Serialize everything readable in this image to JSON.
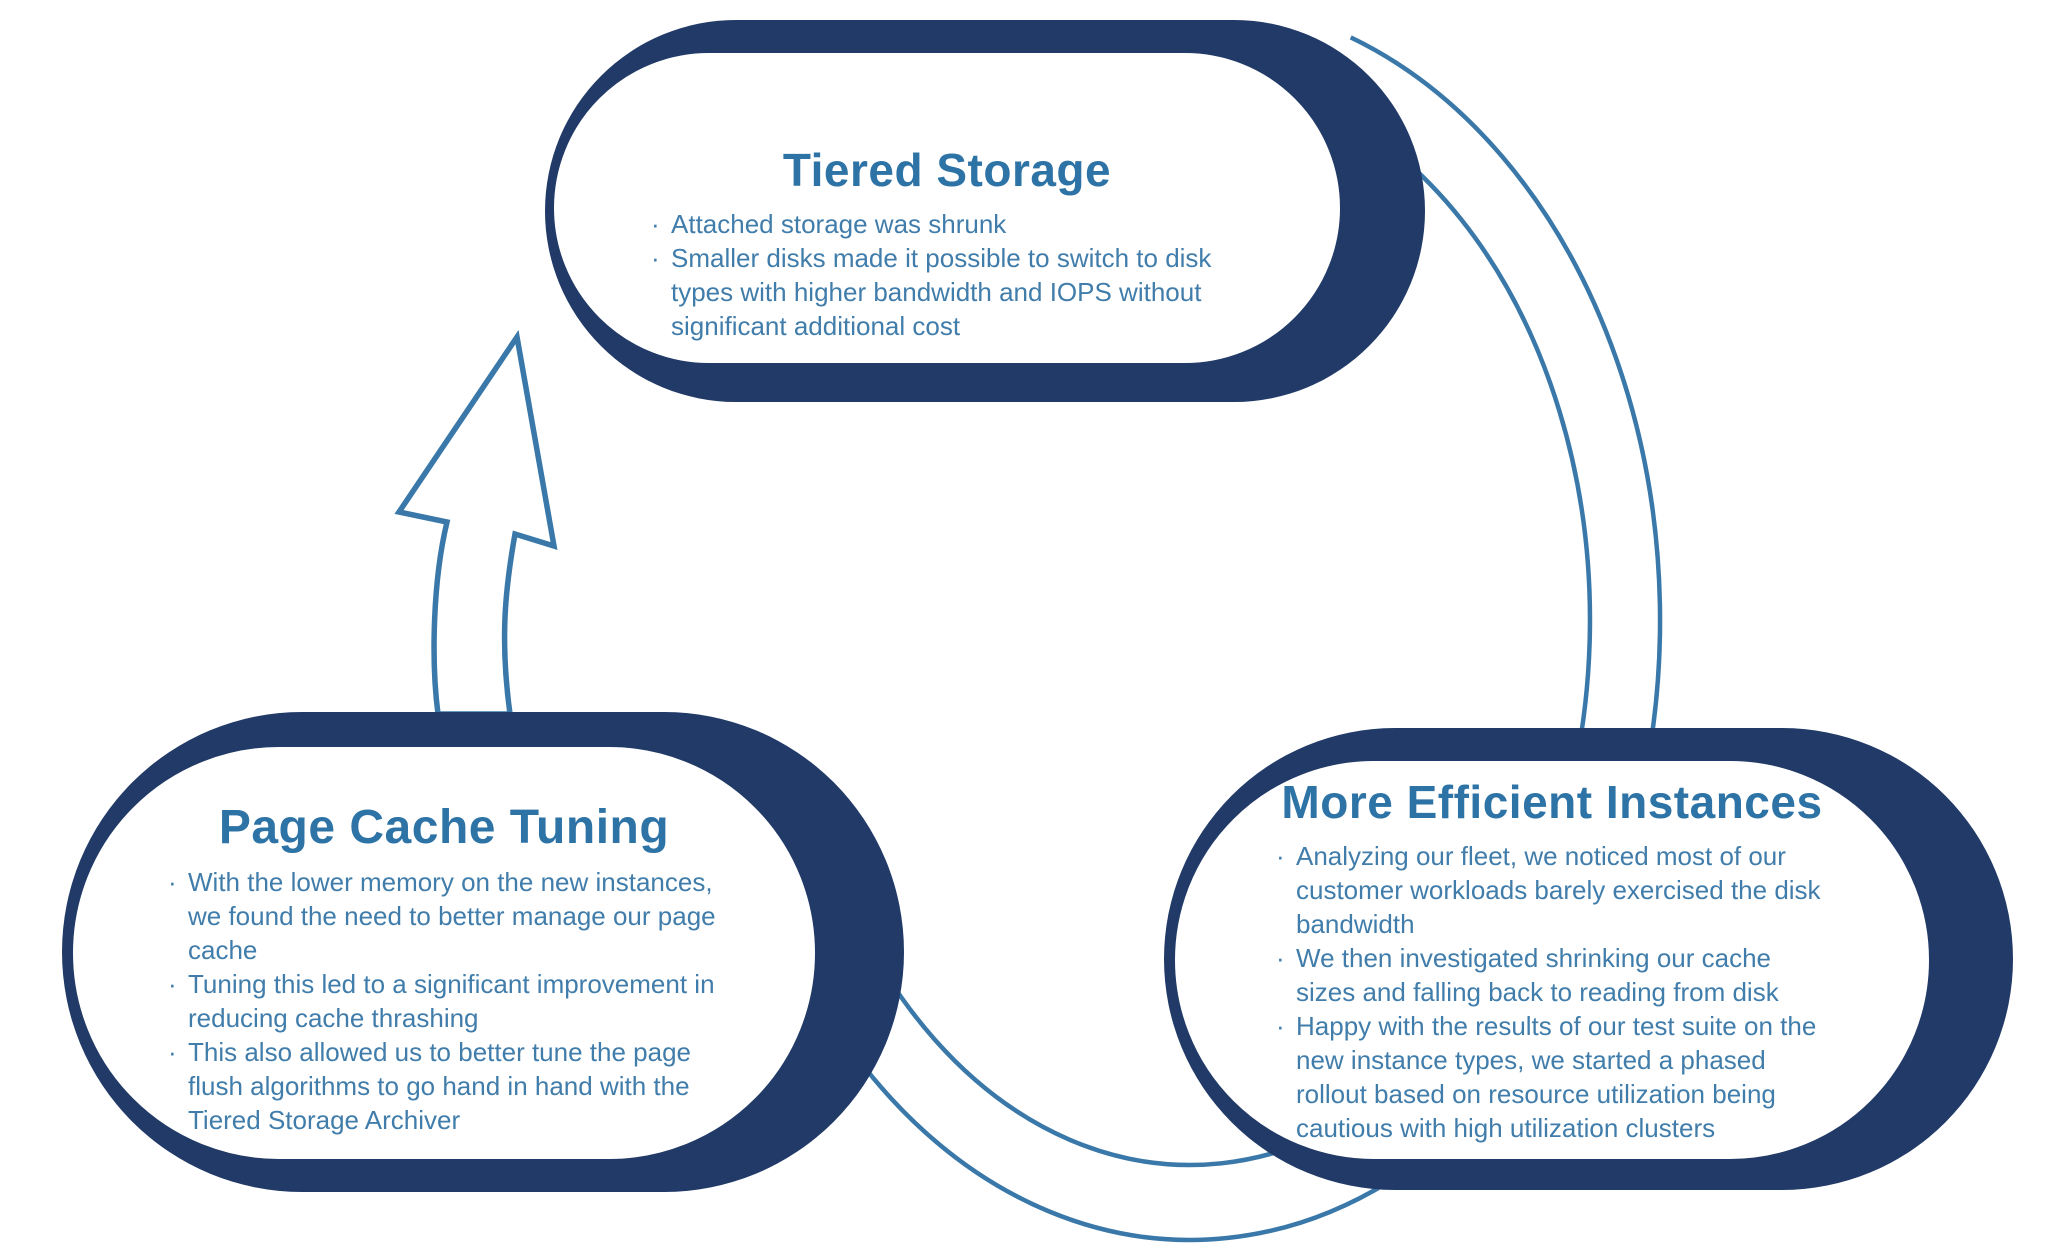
{
  "diagram": {
    "type": "cycle",
    "boxes": {
      "tiered_storage": {
        "title": "Tiered Storage",
        "bullets": [
          "Attached storage was shrunk",
          "Smaller disks made it possible to switch to disk types with higher bandwidth and IOPS without significant additional cost"
        ]
      },
      "page_cache_tuning": {
        "title": "Page Cache Tuning",
        "bullets": [
          "With the lower memory on the new instances, we found the need to better manage our page cache",
          "Tuning this led to a significant improvement in reducing cache thrashing",
          "This also allowed us to better tune the page flush algorithms to go hand in hand with the Tiered Storage Archiver"
        ]
      },
      "more_efficient_instances": {
        "title": "More Efficient Instances",
        "bullets": [
          "Analyzing our fleet, we noticed most of our customer workloads barely exercised the disk bandwidth",
          "We then investigated shrinking our cache sizes and falling back to reading from disk",
          "Happy with the results of our test suite on the new instance types, we started a phased rollout based on resource utilization being cautious with high utilization clusters"
        ]
      }
    },
    "bullet_marker": "·",
    "colors": {
      "navy": "#213a67",
      "heading_blue": "#2d73a6",
      "body_blue": "#417dab",
      "arc_blue": "#3978a9",
      "background": "#ffffff"
    }
  }
}
